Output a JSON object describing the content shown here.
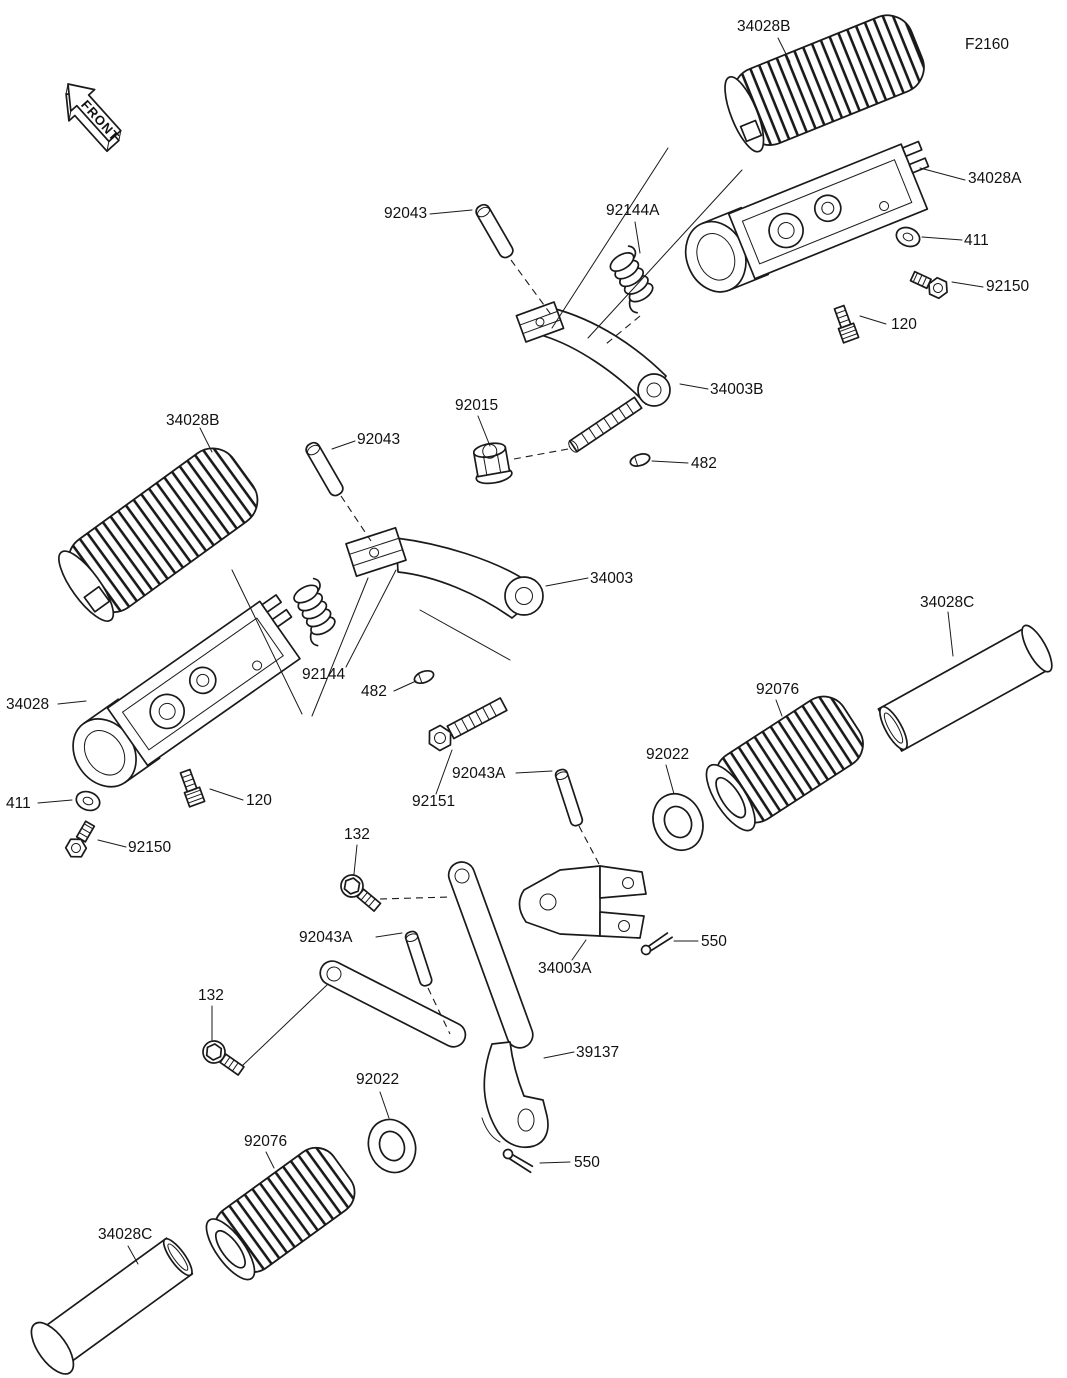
{
  "figure_code": "F2160",
  "front_arrow_label": "FRONT",
  "colors": {
    "line": "#1a1a1a",
    "background": "#ffffff"
  },
  "labels": {
    "l34028B_top": "34028B",
    "l34028A": "34028A",
    "l411_top": "411",
    "l92150_top": "92150",
    "l120_top": "120",
    "l92043_top": "92043",
    "l92144A": "92144A",
    "l34003B": "34003B",
    "l92015": "92015",
    "l482_top": "482",
    "l34028B_left": "34028B",
    "l92043_left": "92043",
    "l34003": "34003",
    "l92144": "92144",
    "l482_left": "482",
    "l34028": "34028",
    "l411_left": "411",
    "l92150_left": "92150",
    "l120_left": "120",
    "l92151": "92151",
    "l92043A_top": "92043A",
    "l34028C_right": "34028C",
    "l92076_right": "92076",
    "l92022_right": "92022",
    "l34003A": "34003A",
    "l550_right": "550",
    "l132_top": "132",
    "l92043A_bottom": "92043A",
    "l39137": "39137",
    "l132_bottom": "132",
    "l92022_bottom": "92022",
    "l550_bottom": "550",
    "l92076_bottom": "92076",
    "l34028C_bottom": "34028C"
  }
}
